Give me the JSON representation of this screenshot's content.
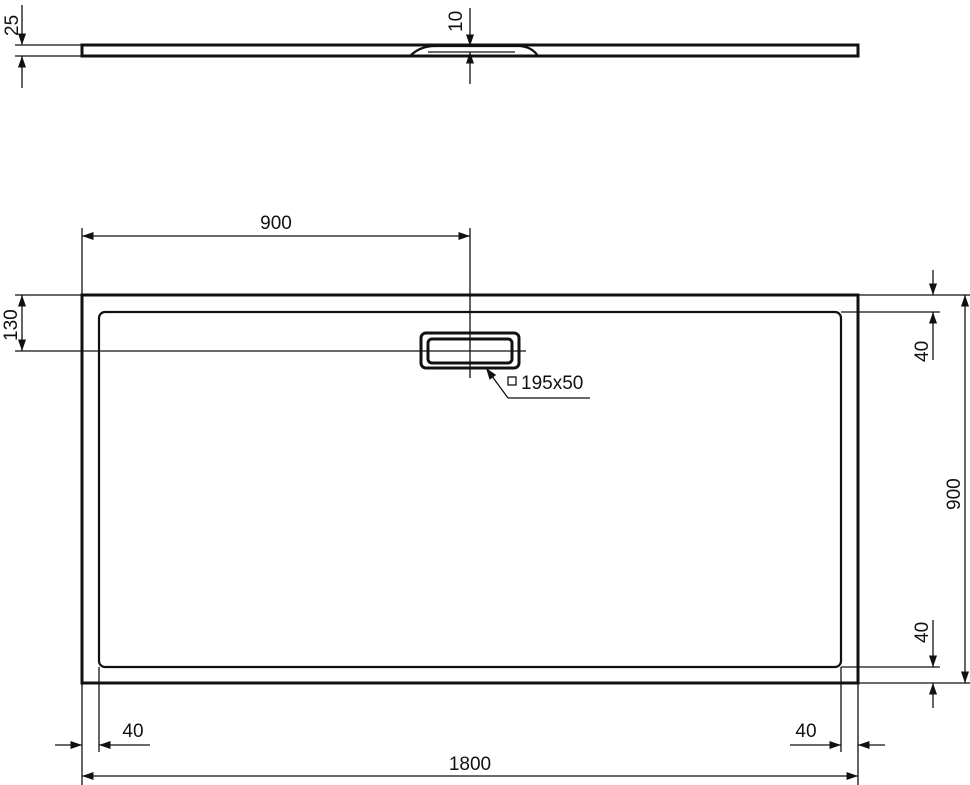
{
  "side_view": {
    "thickness_label": "25",
    "drain_depth_label": "10"
  },
  "plan_view": {
    "drain_offset_x_label": "900",
    "drain_offset_y_label": "130",
    "drain_size_label": "195x50",
    "rim_top_label": "40",
    "rim_bottom_label": "40",
    "width_label": "900",
    "rim_left_label": "40",
    "rim_right_label": "40",
    "length_label": "1800"
  },
  "colors": {
    "line": "#111111",
    "background": "#ffffff"
  }
}
